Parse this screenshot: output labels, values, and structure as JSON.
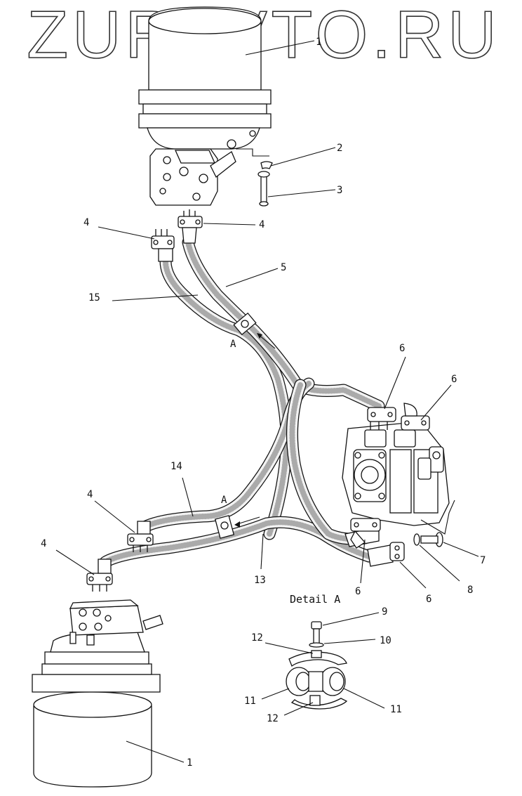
{
  "watermark": "ZURAVTO.RU",
  "detail_caption": "Detail A",
  "section_marks": {
    "upper": "A",
    "lower": "A"
  },
  "callouts": {
    "top_motor": "1",
    "pin": "2",
    "bolt_top": "3",
    "flange_upper_left": "4",
    "flange_upper_right": "4",
    "hose_5": "5",
    "hose_15": "15",
    "fitting_upper_1": "6",
    "fitting_upper_2": "6",
    "fitting_lower_1": "6",
    "fitting_lower_2": "6",
    "plug_7": "7",
    "oring_8": "8",
    "hose_14": "14",
    "flange_lower_1": "4",
    "flange_lower_2": "4",
    "hose_13": "13",
    "bolt_9": "9",
    "washer_10": "10",
    "clamp_12_top": "12",
    "clamp_12_bottom": "12",
    "spacer_11_left": "11",
    "spacer_11_right": "11",
    "bottom_motor": "1"
  }
}
